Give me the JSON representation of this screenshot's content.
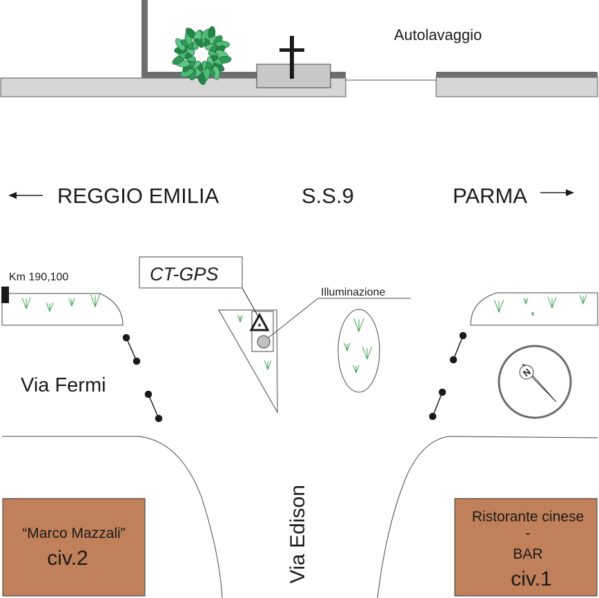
{
  "labels": {
    "car_wash": "Autolavaggio",
    "direction_west": "REGGIO EMILIA",
    "road_name": "S.S.9",
    "direction_east": "PARMA",
    "km_marker": "Km 190,100",
    "station_id": "CT-GPS",
    "lighting": "Illuminazione",
    "street_west": "Via Fermi",
    "street_south": "Via Edison",
    "building_west_name": "“Marco Mazzali”",
    "building_west_civic": "civ.2",
    "building_east_name": "Ristorante cinese",
    "building_east_sep": "-",
    "building_east_type": "BAR",
    "building_east_civic": "civ.1",
    "compass_letter": "N"
  },
  "icons": {
    "cross": "cross-icon",
    "wreath": "wreath-icon",
    "arrow_west": "arrow-left-icon",
    "arrow_east": "arrow-right-icon",
    "station": "triangle-marker-icon",
    "compass": "compass-icon"
  },
  "colors": {
    "building_fill": "#c0805a",
    "grass": "#3aa04a",
    "wall": "#6e6e6e",
    "sidewalk": "#d3d3d3",
    "foliage": "#2e9a58"
  }
}
